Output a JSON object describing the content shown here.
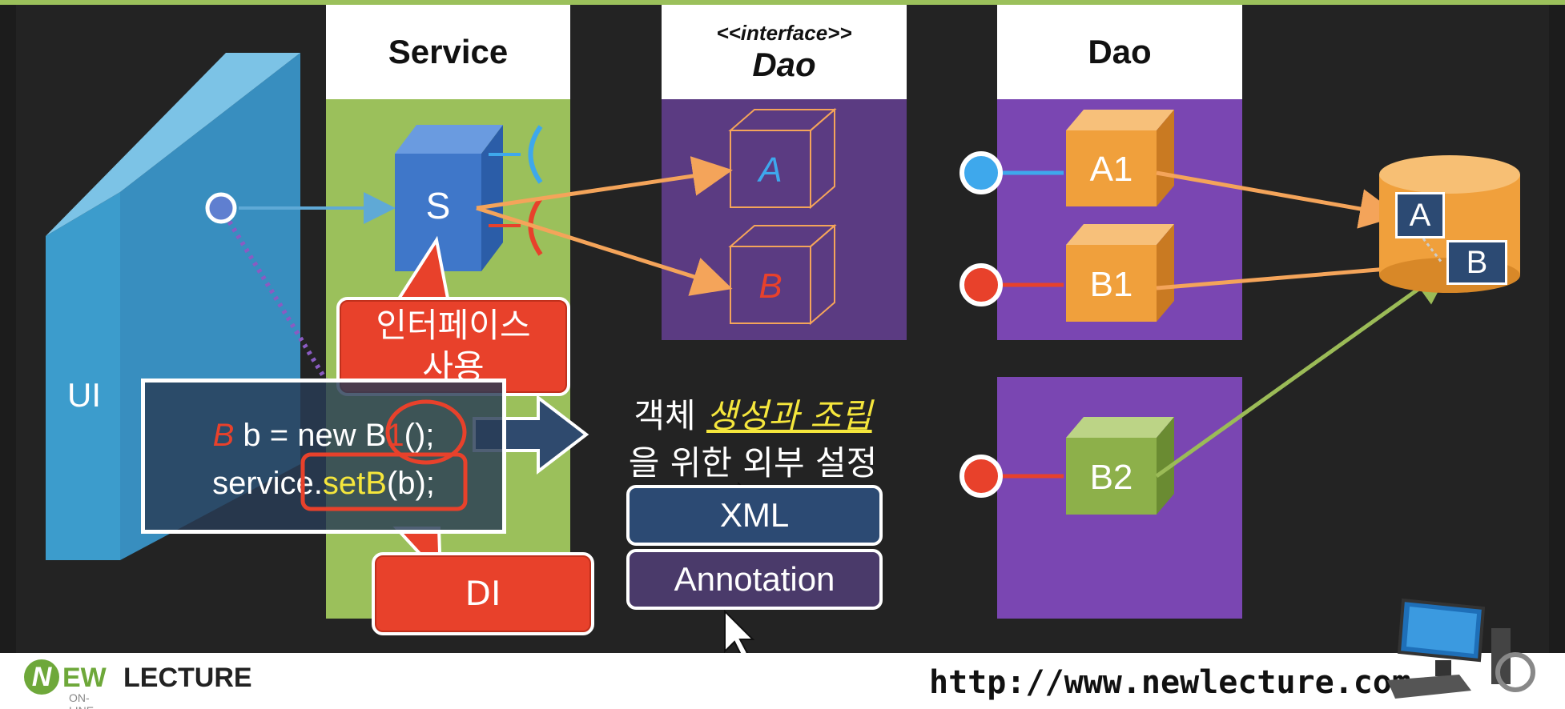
{
  "columns": {
    "service": {
      "title": "Service"
    },
    "interface_dao": {
      "stereotype": "<<interface>>",
      "title": "Dao"
    },
    "dao": {
      "title": "Dao"
    }
  },
  "ui_label": "UI",
  "service_box": "S",
  "interface_boxes": [
    "A",
    "B"
  ],
  "dao_boxes": [
    "A1",
    "B1",
    "B2"
  ],
  "db_tables": [
    "A",
    "B"
  ],
  "callouts": {
    "interface": {
      "line1": "인터페이스",
      "line2": "사용"
    },
    "di": "DI"
  },
  "code": {
    "type_B": "B",
    "line1_rest": " b = new B",
    "line1_num": "1",
    "line1_end": "();",
    "line2_obj": "service.",
    "line2_method": "setB",
    "line2_end": "(b);"
  },
  "external_setup": {
    "word1": "객체 ",
    "emphasis": "생성과 조립",
    "line2": "을 위한 외부 설정"
  },
  "options": [
    "XML",
    "Annotation"
  ],
  "footer": {
    "logo_letter": "N",
    "logo_ew": "EW",
    "logo_lecture": "LECTURE",
    "logo_sub": "ON-LINE",
    "url": "http://www.newlecture.com"
  },
  "colors": {
    "service_green": "#9bc05b",
    "interface_purple": "#5b3b82",
    "dao_purple": "#7a46b2",
    "orange_box": "#f0a03c",
    "green_box": "#8db04a",
    "blue_box": "#3f77c9",
    "callout_red": "#e8412b",
    "arrow_orange": "#f4a45a",
    "arrow_green": "#9bbb57",
    "port_blue": "#3ea8ec",
    "port_red": "#e8412b",
    "highlight_yellow": "#f5e63c"
  }
}
